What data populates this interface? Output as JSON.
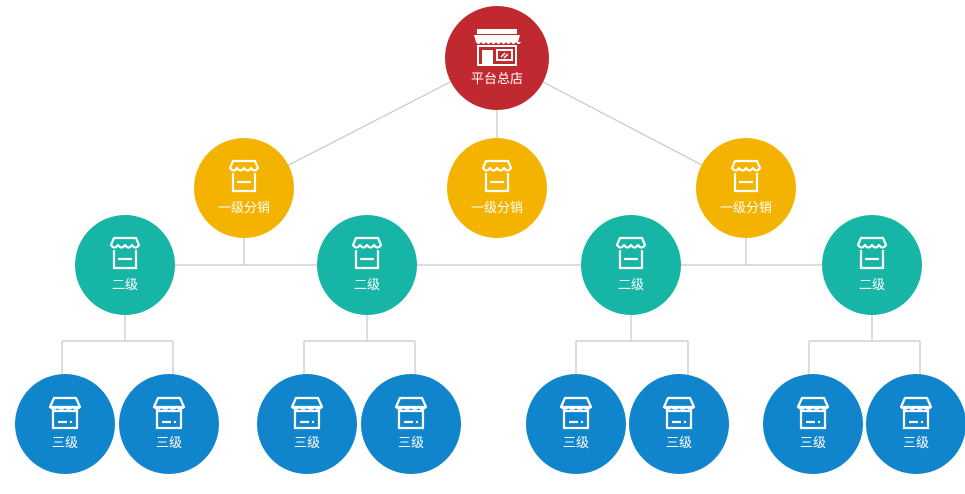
{
  "colors": {
    "root": "#c0292f",
    "level1": "#f4b301",
    "level2": "#17b5a6",
    "level3": "#1185cc",
    "connector": "#c8c8c8"
  },
  "root": {
    "label": "平台总店",
    "icon": "storefront-icon"
  },
  "level1": [
    {
      "label": "一级分销",
      "icon": "shop-awning-icon"
    },
    {
      "label": "一级分销",
      "icon": "shop-awning-icon"
    },
    {
      "label": "一级分销",
      "icon": "shop-awning-icon"
    }
  ],
  "level2": [
    {
      "label": "二级",
      "icon": "shop-awning-icon"
    },
    {
      "label": "二级",
      "icon": "shop-awning-icon"
    },
    {
      "label": "二级",
      "icon": "shop-awning-icon"
    },
    {
      "label": "二级",
      "icon": "shop-awning-icon"
    }
  ],
  "level3": [
    {
      "label": "三级",
      "icon": "shop-box-icon"
    },
    {
      "label": "三级",
      "icon": "shop-box-icon"
    },
    {
      "label": "三级",
      "icon": "shop-box-icon"
    },
    {
      "label": "三级",
      "icon": "shop-box-icon"
    },
    {
      "label": "三级",
      "icon": "shop-box-icon"
    },
    {
      "label": "三级",
      "icon": "shop-box-icon"
    },
    {
      "label": "三级",
      "icon": "shop-box-icon"
    },
    {
      "label": "三级",
      "icon": "shop-box-icon"
    }
  ]
}
